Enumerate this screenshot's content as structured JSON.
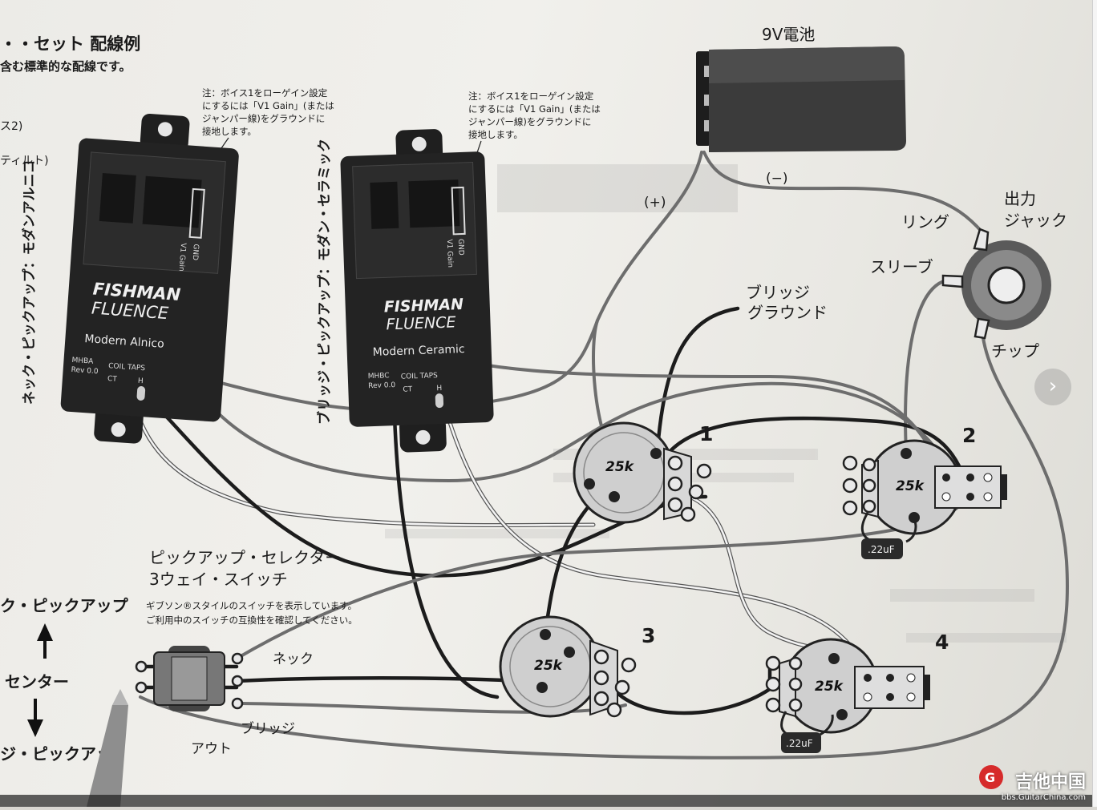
{
  "header": {
    "title": "・・セット 配線例",
    "subtitle": "含む標準的な配線です。",
    "side_note_1": "ス2)",
    "side_note_2": "ティルト)"
  },
  "notes": {
    "neck_note": [
      "注：ボイス1をローゲイン設定",
      "にするには「V1 Gain」(または",
      "ジャンパー線)をグラウンドに",
      "接地します。"
    ],
    "bridge_note": [
      "注：ボイス1をローゲイン設定",
      "にするには「V1 Gain」(または",
      "ジャンパー線)をグラウンドに",
      "接地します。"
    ]
  },
  "pickups": {
    "neck": {
      "label": "ネック・ピックアップ：モダンアルニコ",
      "brand": "FISHMAN",
      "line": "FLUENCE",
      "model": "Modern Alnico",
      "code": "MHBA",
      "rev": "Rev 0.0",
      "coil_taps": "COIL TAPS",
      "ct": "CT",
      "h": "H",
      "gnd": "GND",
      "v1gain": "V1 Gain"
    },
    "bridge": {
      "label": "ブリッジ・ピックアップ：モダン・セラミック",
      "brand": "FISHMAN",
      "line": "FLUENCE",
      "model": "Modern Ceramic",
      "code": "MHBC",
      "rev": "Rev 0.0",
      "coil_taps": "COIL TAPS",
      "ct": "CT",
      "h": "H",
      "gnd": "GND",
      "v1gain": "V1 Gain"
    }
  },
  "battery": {
    "label": "9V電池",
    "plus": "(+)",
    "minus": "(−)"
  },
  "jack": {
    "label_1": "出力",
    "label_2": "ジャック",
    "ring": "リング",
    "sleeve": "スリーブ",
    "tip": "チップ"
  },
  "bridge_ground": {
    "line1": "ブリッジ",
    "line2": "グラウンド"
  },
  "pots": [
    {
      "number": "1",
      "value": "25k"
    },
    {
      "number": "2",
      "value": "25k",
      "cap": ".22uF"
    },
    {
      "number": "3",
      "value": "25k"
    },
    {
      "number": "4",
      "value": "25k",
      "cap": ".22uF"
    }
  ],
  "selector": {
    "title_1": "ピックアップ・セレクター",
    "title_2": "3ウェイ・スイッチ",
    "desc_1": "ギブソン®スタイルのスイッチを表示しています。",
    "desc_2": "ご利用中のスイッチの互換性を確認してください。",
    "neck": "ネック",
    "bridge": "ブリッジ",
    "out": "アウト"
  },
  "positions": {
    "neck": "ク・ピックアップ",
    "center": "センター",
    "bridge": "ジ・ピックアッ"
  },
  "watermark": {
    "name": "吉他中国",
    "url": "bbs.GuitarChina.com"
  },
  "icons": {
    "next": "chevron-right-icon",
    "watermark": "guitar-logo-icon"
  },
  "colors": {
    "pickup_body": "#222222",
    "wire_gray": "#6d6d6d",
    "wire_black": "#1c1c1c",
    "pot_body": "#cfcfcf"
  }
}
